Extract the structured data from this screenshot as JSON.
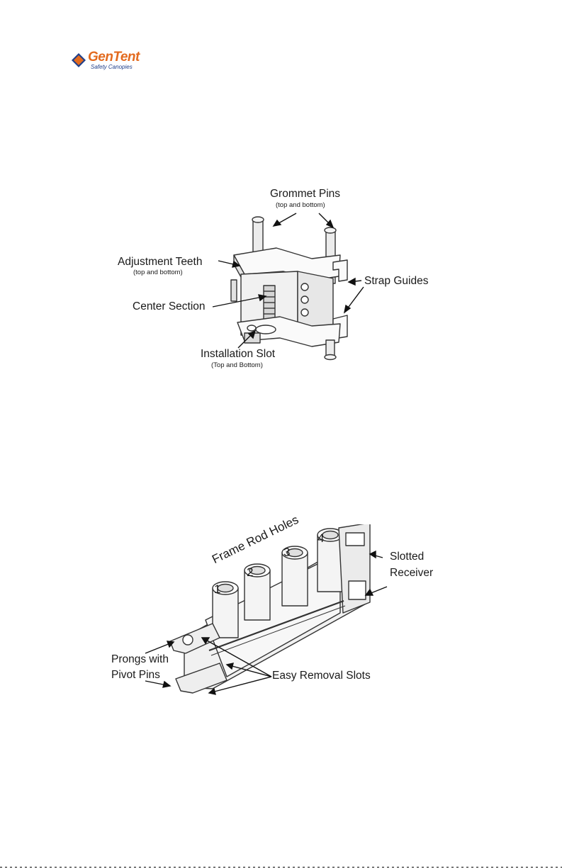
{
  "brand": {
    "name": "GenTent",
    "tagline": "Safety Canopies",
    "colors": {
      "name": "#e36a1e",
      "tagline": "#1f3f8a"
    },
    "icon": "diamond-logo-icon"
  },
  "figure1": {
    "labels": {
      "grommet_pins": "Grommet Pins",
      "grommet_pins_sub": "(top and bottom)",
      "adjustment_teeth": "Adjustment Teeth",
      "adjustment_teeth_sub": "(top and bottom)",
      "strap_guides": "Strap Guides",
      "center_section": "Center Section",
      "installation_slot": "Installation Slot",
      "installation_slot_sub": "(Top and Bottom)"
    }
  },
  "figure2": {
    "labels": {
      "frame_rod_holes": "Frame Rod Holes",
      "hole_1": "1",
      "hole_2": "2",
      "hole_3": "3",
      "hole_4": "4",
      "slotted_receiver_line1": "Slotted",
      "slotted_receiver_line2": "Receiver",
      "prongs_line1": "Prongs with",
      "prongs_line2": "Pivot Pins",
      "easy_removal_slots": "Easy Removal Slots"
    }
  }
}
